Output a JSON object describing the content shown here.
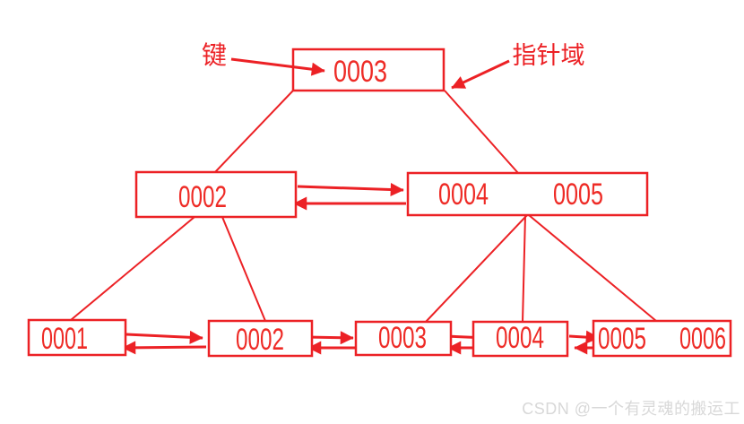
{
  "diagram": {
    "type": "bplus-tree-linked-list",
    "annotations": {
      "key_label": "键",
      "pointer_label": "指针域"
    },
    "nodes": {
      "root": {
        "keys": [
          "0003"
        ]
      },
      "internal": [
        {
          "keys": [
            "0002"
          ]
        },
        {
          "keys": [
            "0004",
            "0005"
          ]
        }
      ],
      "leaves": [
        {
          "keys": [
            "0001"
          ]
        },
        {
          "keys": [
            "0002"
          ]
        },
        {
          "keys": [
            "0003"
          ]
        },
        {
          "keys": [
            "0004"
          ]
        },
        {
          "keys": [
            "0005",
            "0006"
          ]
        }
      ]
    }
  },
  "watermark": {
    "text": "CSDN @一个有灵魂的搬运工"
  },
  "colors": {
    "accent": "#ec2125",
    "node_text": "#ee2b26",
    "watermark_gray": "#d8d8d8",
    "background": "#ffffff"
  }
}
